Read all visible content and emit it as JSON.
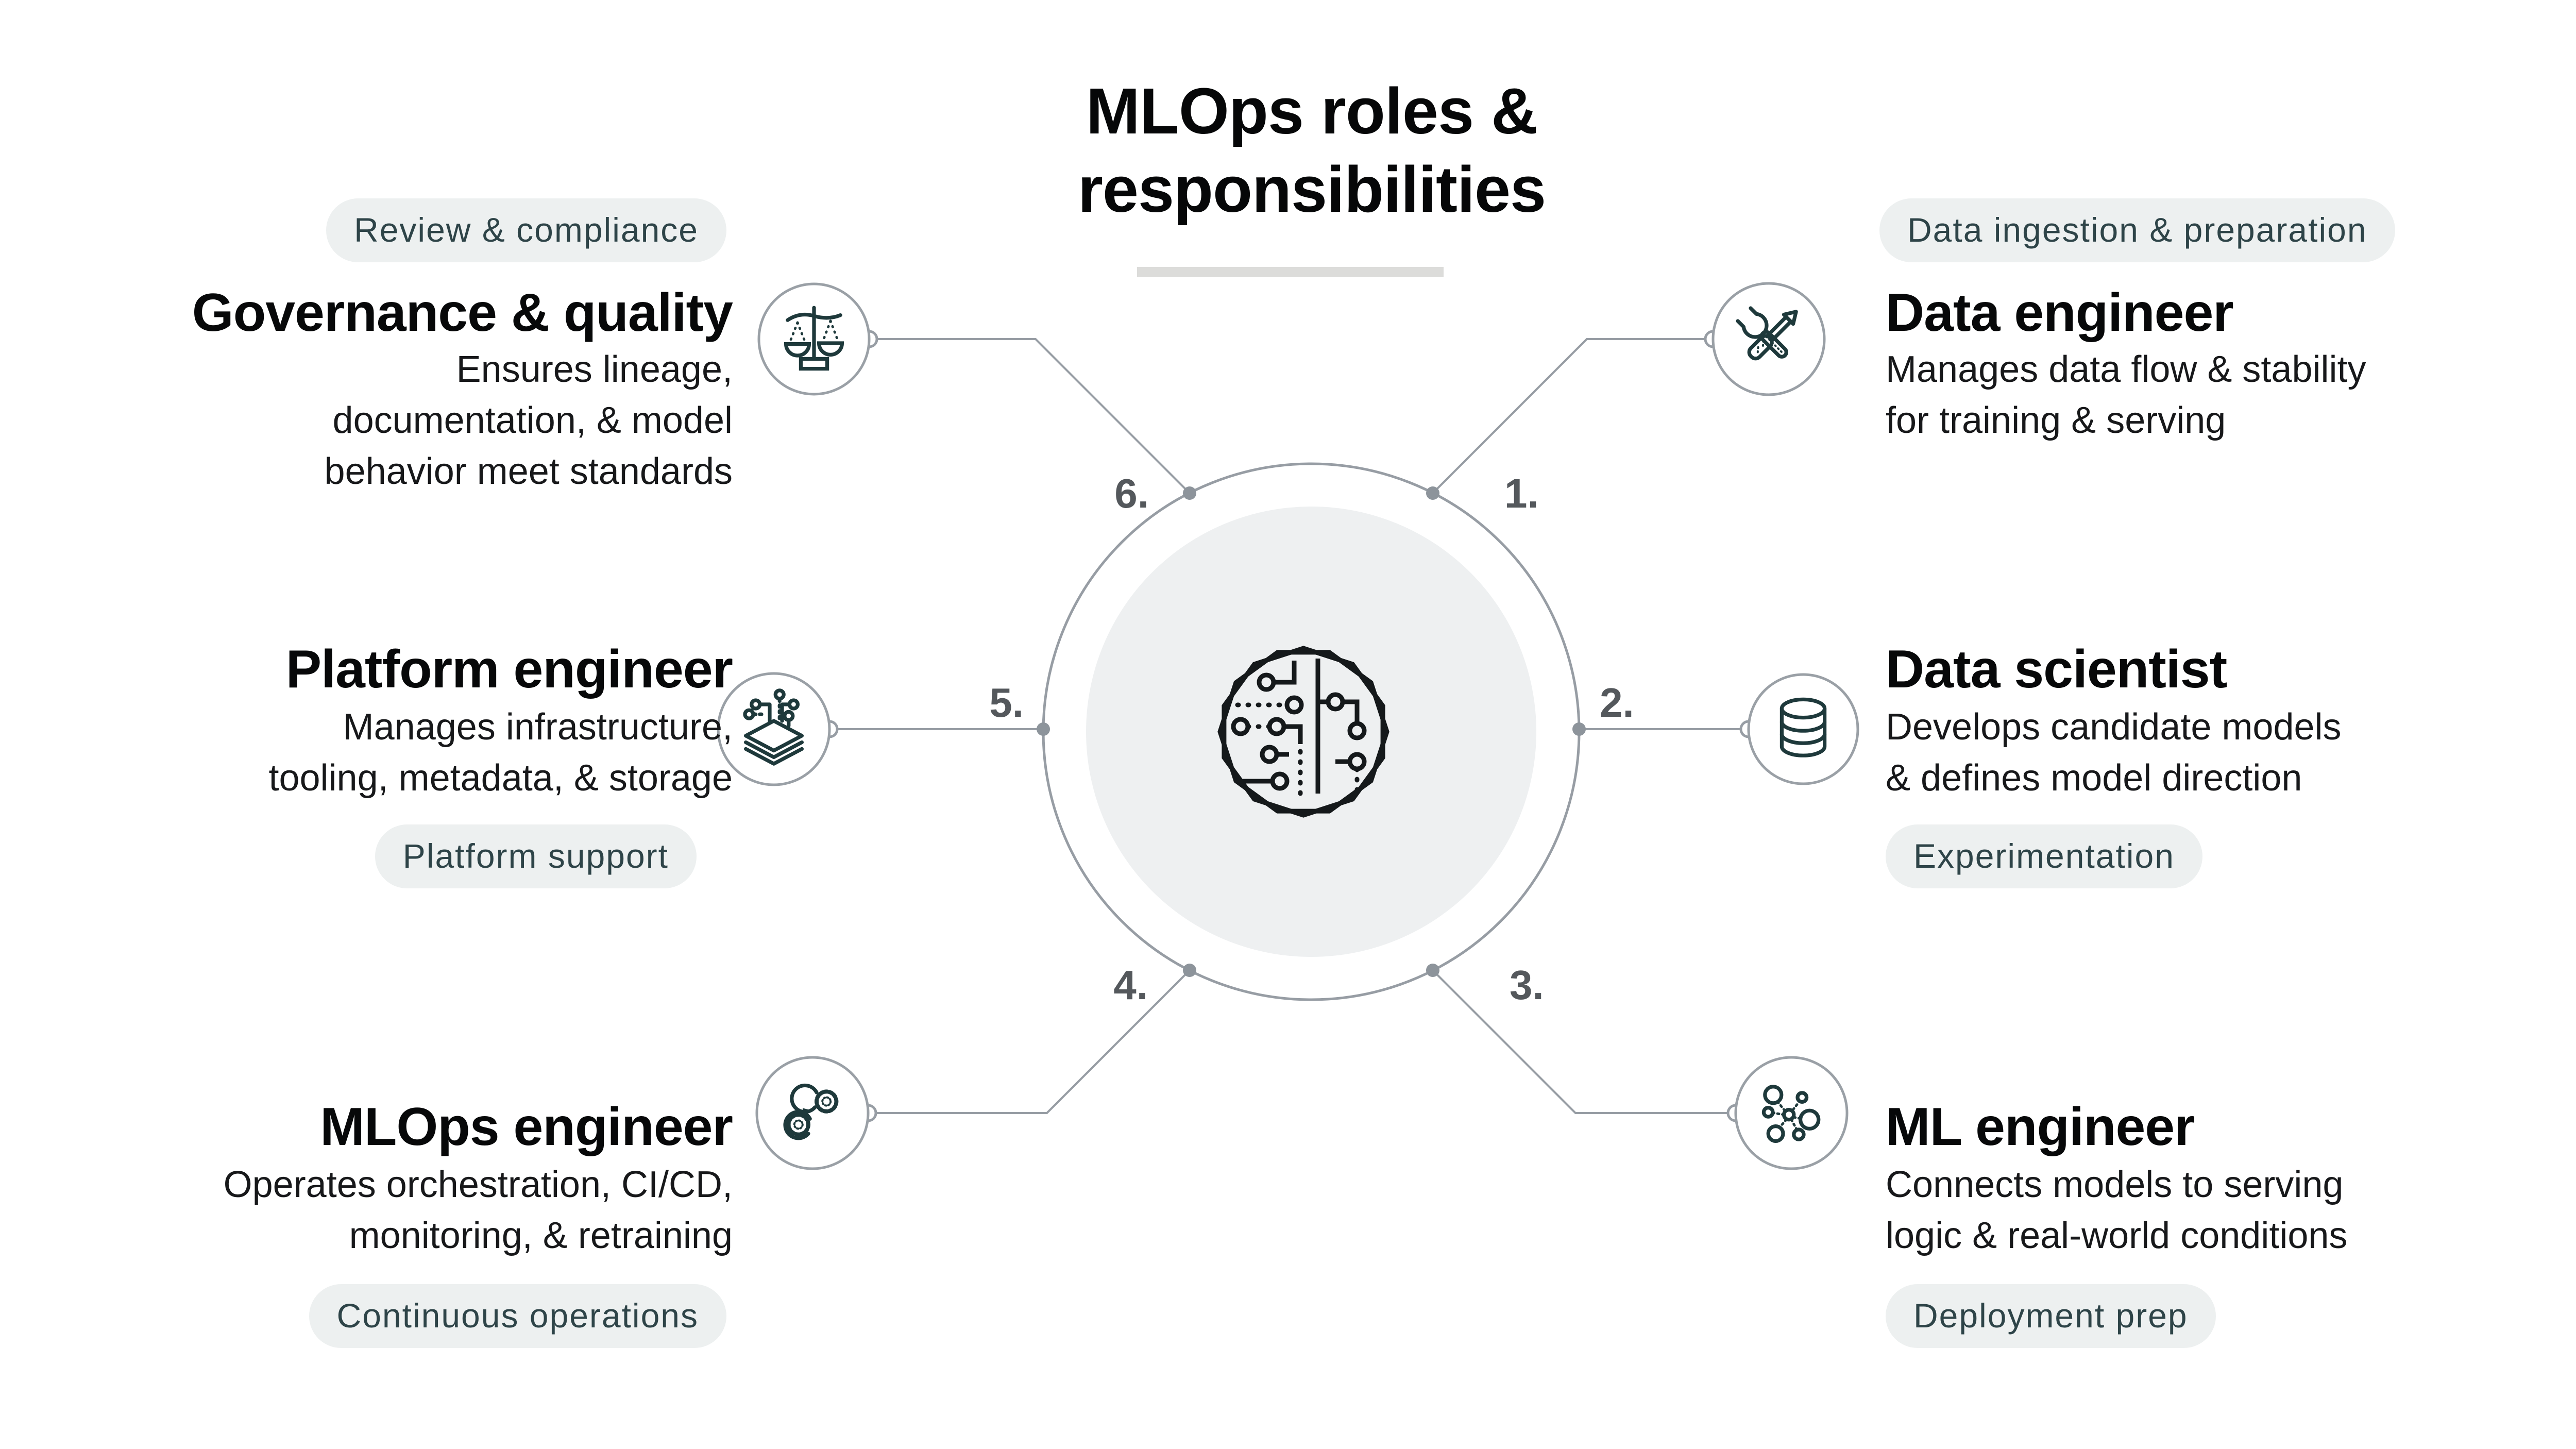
{
  "title": {
    "line1": "MLOps roles &",
    "line2": "responsibilities"
  },
  "center_icon": "circuit-brain-icon",
  "roles": [
    {
      "number": "1.",
      "name": "Data engineer",
      "desc": [
        "Manages data flow & stability",
        "for training & serving"
      ],
      "pill": "Data ingestion & preparation",
      "icon": "wrench-screwdriver-icon",
      "side": "right"
    },
    {
      "number": "2.",
      "name": "Data scientist",
      "desc": [
        "Develops candidate models",
        "& defines model direction"
      ],
      "pill": "Experimentation",
      "icon": "database-icon",
      "side": "right"
    },
    {
      "number": "3.",
      "name": "ML engineer",
      "desc": [
        "Connects models to serving",
        "logic & real-world conditions"
      ],
      "pill": "Deployment prep",
      "icon": "network-nodes-icon",
      "side": "right"
    },
    {
      "number": "4.",
      "name": "MLOps engineer",
      "desc": [
        "Operates orchestration, CI/CD,",
        "monitoring, & retraining"
      ],
      "pill": "Continuous operations",
      "icon": "loop-gears-icon",
      "side": "left"
    },
    {
      "number": "5.",
      "name": "Platform engineer",
      "desc": [
        "Manages infrastructure,",
        "tooling, metadata, & storage"
      ],
      "pill": "Platform support",
      "icon": "layers-circuit-icon",
      "side": "left"
    },
    {
      "number": "6.",
      "name": "Governance & quality",
      "desc": [
        "Ensures lineage,",
        "documentation, & model",
        "behavior meet standards"
      ],
      "pill": "Review & compliance",
      "icon": "balance-scale-icon",
      "side": "left"
    }
  ],
  "colors": {
    "pill_bg": "#edf0f0",
    "pill_text": "#2e4448",
    "heading": "#070809",
    "body": "#17181a",
    "line_gray": "#979da4",
    "dot_gray": "#8d949b",
    "number_gray": "#54585c",
    "icon_stroke": "#1e393b",
    "inner_circle_fill": "#eef0f1",
    "underline": "#dcdcda"
  }
}
